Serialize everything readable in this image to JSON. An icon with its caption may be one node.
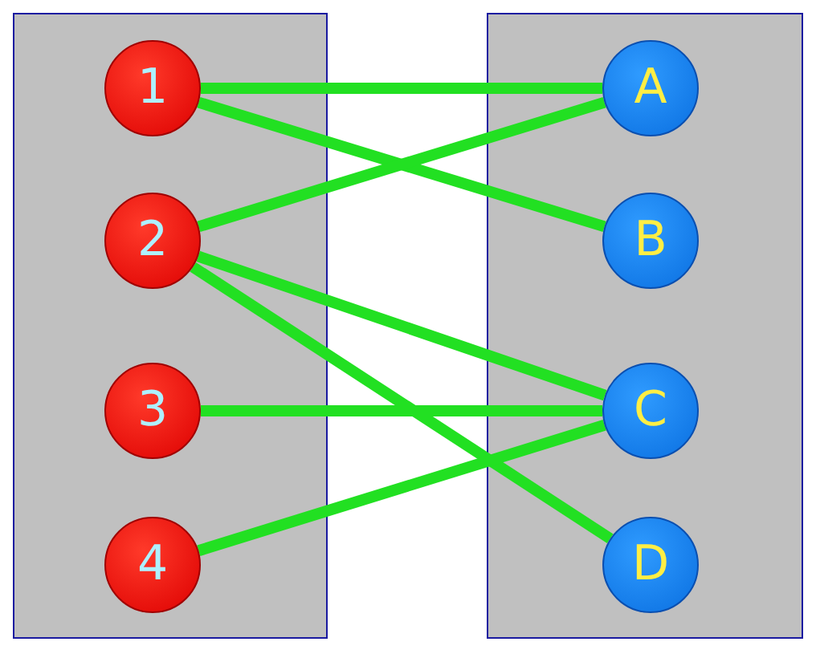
{
  "diagram": {
    "nodes": [
      {
        "text": [],
        "shape": "box"
      },
      {
        "text": [
          "1"
        ],
        "in": 0
      },
      {
        "text": [
          "2"
        ],
        "in": 0
      },
      {
        "text": [
          "3"
        ],
        "in": 0
      },
      {
        "text": [
          "4"
        ],
        "in": 0
      },
      {
        "text": [],
        "shape": "box"
      },
      {
        "text": [
          "A"
        ],
        "in": 5
      },
      {
        "text": [
          "B"
        ],
        "in": 5
      },
      {
        "text": [
          "C"
        ],
        "in": 5
      },
      {
        "text": [
          "D"
        ],
        "in": 5
      }
    ],
    "edges": [
      {
        "from": 1,
        "to": 6,
        "arrow": "none"
      },
      {
        "from": 1,
        "to": 7,
        "arrow": "none"
      },
      {
        "from": 2,
        "to": 6,
        "arrow": "none"
      },
      {
        "from": 2,
        "to": 8,
        "arrow": "none"
      },
      {
        "from": 2,
        "to": 9,
        "arrow": "none"
      },
      {
        "from": 3,
        "to": 8,
        "arrow": "none"
      },
      {
        "from": 4,
        "to": 8,
        "arrow": "none"
      }
    ]
  }
}
